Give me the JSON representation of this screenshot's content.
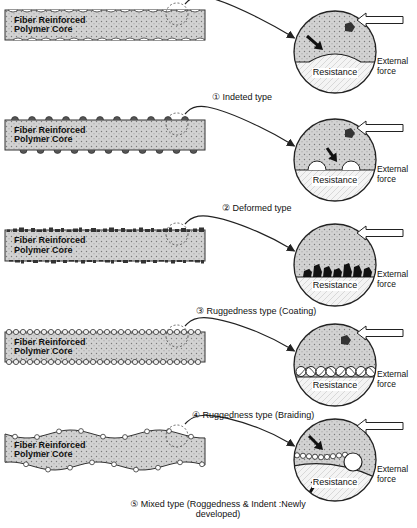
{
  "diagram": {
    "nodes": [
      {
        "text": [
          "Fiber Reinforced Polymer Core"
        ]
      },
      {
        "text": [
          "Resistance"
        ]
      },
      {
        "text": [
          "Fiber Reinforced Polymer Core"
        ]
      },
      {
        "text": [
          "Resistance"
        ]
      },
      {
        "text": [
          "Fiber Reinforced Polymer Core"
        ]
      },
      {
        "text": [
          "Resistance"
        ]
      },
      {
        "text": [
          "Fiber Reinforced Polymer Core"
        ]
      },
      {
        "text": [
          "Resistance"
        ]
      },
      {
        "text": [
          "Fiber Reinforced Polymer Core"
        ]
      },
      {
        "text": [
          "Resistance"
        ]
      }
    ],
    "edges": [
      {
        "from": 0,
        "to": 1,
        "arrow": "to"
      },
      {
        "from": 2,
        "to": 3,
        "arrow": "to"
      },
      {
        "from": 4,
        "to": 5,
        "arrow": "to"
      },
      {
        "from": 6,
        "to": 7,
        "arrow": "to"
      },
      {
        "from": 8,
        "to": 9,
        "arrow": "to"
      }
    ],
    "labels": [
      "External force",
      "① Indeted type",
      "External force",
      "② Deformed type",
      "External force",
      "③ Ruggedness type (Coating)",
      "External force",
      "④ Ruggedness type (Braiding)",
      "External force",
      "⑤ Mixed type (Roggedness & Indent :Newly developed)"
    ]
  }
}
